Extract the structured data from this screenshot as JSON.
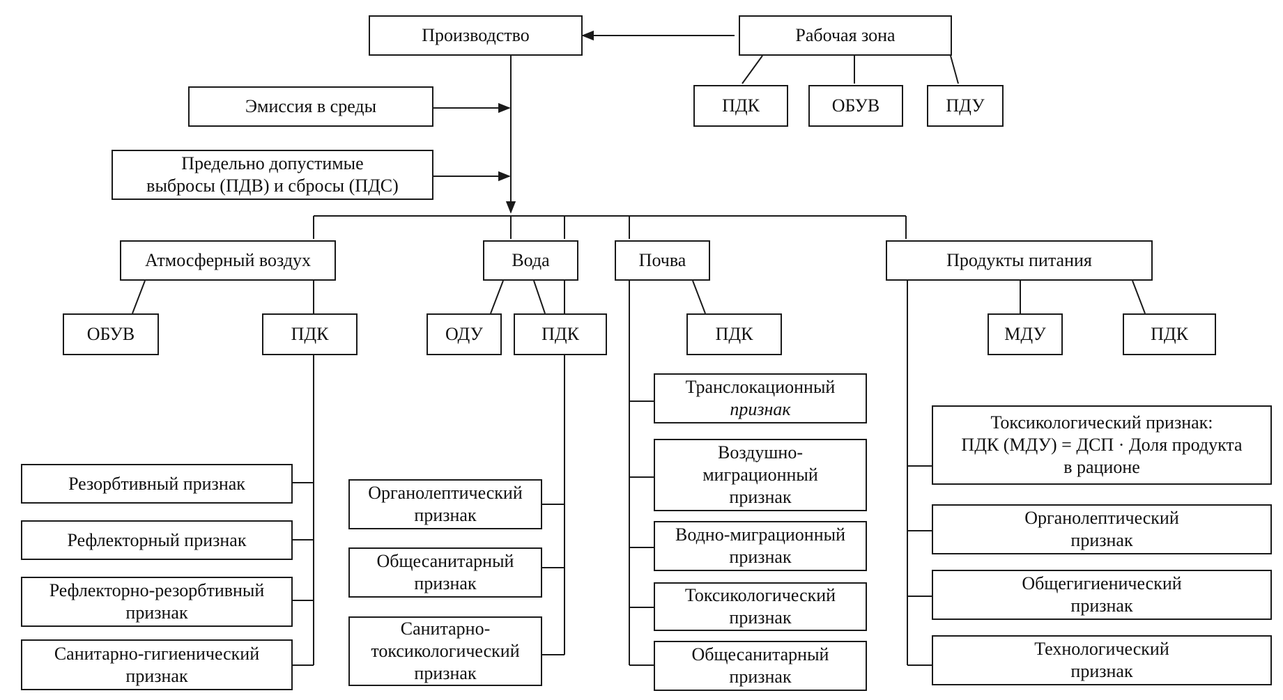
{
  "top": {
    "production": "Производство",
    "work_zone": "Рабочая зона",
    "emission": "Эмиссия в среды",
    "pdv_line1": "Предельно допустимые",
    "pdv_line2": "выбросы (ПДВ)  и сбросы (ПДС)"
  },
  "work_zone_norms": [
    "ПДК",
    "ОБУВ",
    "ПДУ"
  ],
  "media": {
    "air": "Атмосферный воздух",
    "water": "Вода",
    "soil": "Почва",
    "food": "Продукты питания"
  },
  "air": {
    "obuv": "ОБУВ",
    "pdk": "ПДК",
    "signs": [
      [
        "Резорбтивный признак"
      ],
      [
        "Рефлекторный признак"
      ],
      [
        "Рефлекторно-резорбтивный",
        "признак"
      ],
      [
        "Санитарно-гигиенический",
        "признак"
      ]
    ]
  },
  "water": {
    "odu": "ОДУ",
    "pdk": "ПДК",
    "signs": [
      [
        "Органолептический",
        "признак"
      ],
      [
        "Общесанитарный",
        "признак"
      ],
      [
        "Санитарно-",
        "токсикологический",
        "признак"
      ]
    ]
  },
  "soil": {
    "pdk": "ПДК",
    "signs": [
      [
        "Транслокационный",
        "признак"
      ],
      [
        "Воздушно-",
        "миграционный",
        "признак"
      ],
      [
        "Водно-миграционный",
        "признак"
      ],
      [
        "Токсикологический",
        "признак"
      ],
      [
        "Общесанитарный",
        "признак"
      ]
    ]
  },
  "food": {
    "mdu": "МДУ",
    "pdk": "ПДК",
    "signs": [
      [
        "Токсикологический признак:",
        "ПДК (МДУ) = ДСП · Доля продукта",
        "в рационе"
      ],
      [
        "Органолептический",
        "признак"
      ],
      [
        "Общегигиенический",
        "признак"
      ],
      [
        "Технологический",
        "признак"
      ]
    ]
  }
}
